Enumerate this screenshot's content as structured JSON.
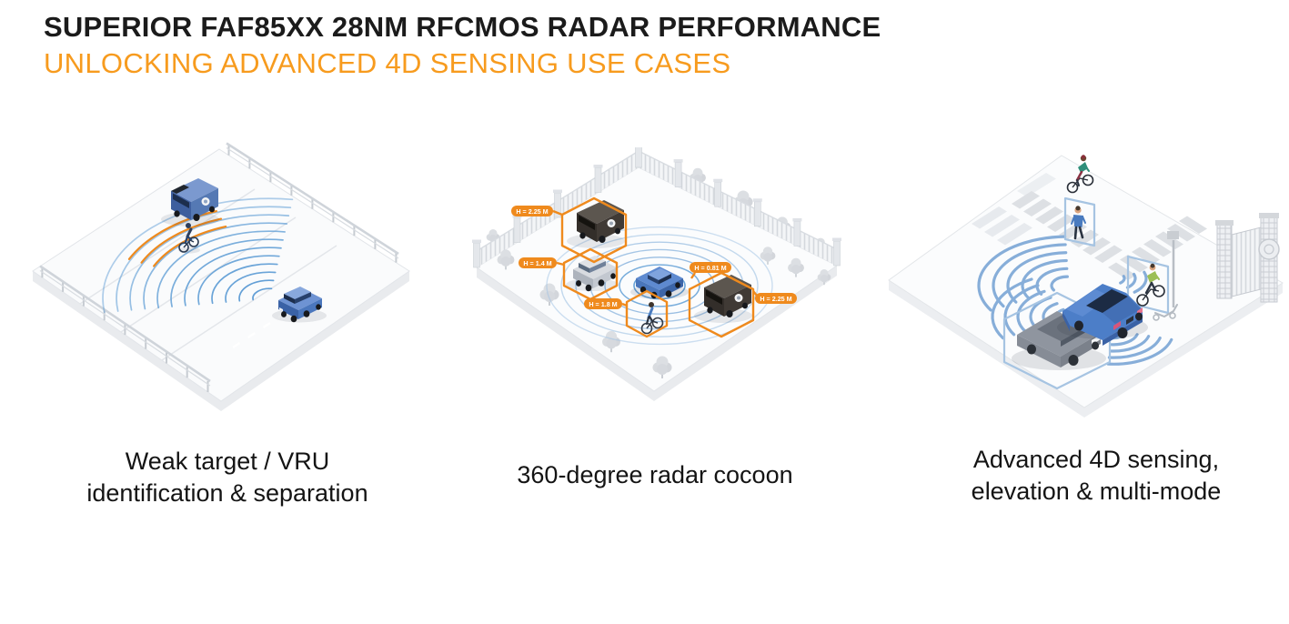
{
  "header": {
    "title": "SUPERIOR FAF85XX 28NM RFCMOS RADAR PERFORMANCE",
    "subtitle": "UNLOCKING ADVANCED 4D SENSING USE CASES"
  },
  "colors": {
    "title_text": "#1b1b1b",
    "subtitle_orange": "#f79b1e",
    "caption_text": "#141414",
    "annotation_orange": "#ef8a1d",
    "radar_arc_blue": "#5b9bd5",
    "radar_fill_blue": "#7ba6d6",
    "bounding_box_blue": "#a6c4e2"
  },
  "panels": [
    {
      "name": "weak-target-vru",
      "caption_line1": "Weak target / VRU",
      "caption_line2": "identification & separation"
    },
    {
      "name": "radar-cocoon-360",
      "caption_line1": "360-degree radar cocoon",
      "caption_line2": "",
      "measurements": [
        {
          "object": "delivery-van-top-left",
          "text": "H = 2.25 M"
        },
        {
          "object": "passenger-car-left",
          "text": "H = 1.4 M"
        },
        {
          "object": "cyclist-bottom",
          "text": "H = 1.8 M"
        },
        {
          "object": "low-object-center-right",
          "text": "H = 0.81 M"
        },
        {
          "object": "delivery-van-right",
          "text": "H = 2.25 M"
        }
      ]
    },
    {
      "name": "advanced-4d-sensing",
      "caption_line1": "Advanced 4D sensing,",
      "caption_line2": "elevation & multi-mode"
    }
  ]
}
